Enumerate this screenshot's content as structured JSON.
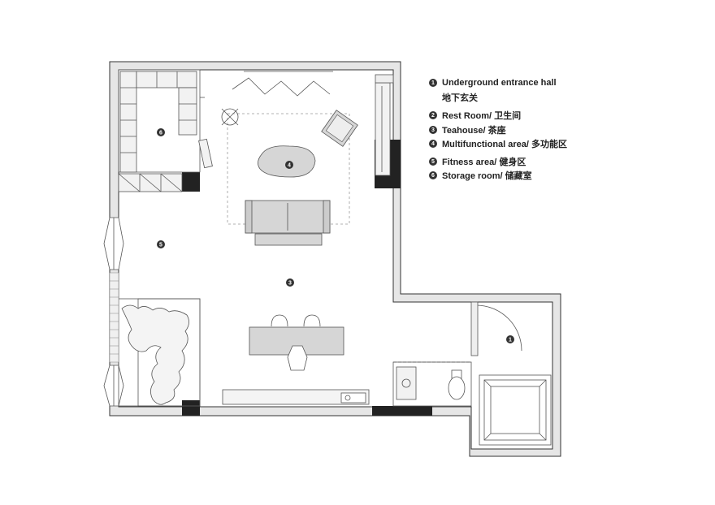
{
  "legend": [
    {
      "num": "1",
      "label": "Underground entrance hall",
      "sublabel": "地下玄关"
    },
    {
      "num": "2",
      "label": "Rest Room/ 卫生间"
    },
    {
      "num": "3",
      "label": "Teahouse/ 茶座"
    },
    {
      "num": "4",
      "label": "Multifunctional area/ 多功能区"
    },
    {
      "num": "5",
      "label": "Fitness area/ 健身区"
    },
    {
      "num": "6",
      "label": "Storage room/ 储藏室"
    }
  ],
  "room_markers": {
    "entrance": "1",
    "teahouse": "3",
    "multifunctional": "4",
    "fitness": "5",
    "storage": "6"
  },
  "colors": {
    "wall_fill": "#e6e6e6",
    "wall_stroke": "#333333",
    "column_fill": "#222222",
    "furniture_fill": "#d6d6d6",
    "line": "#555555"
  }
}
